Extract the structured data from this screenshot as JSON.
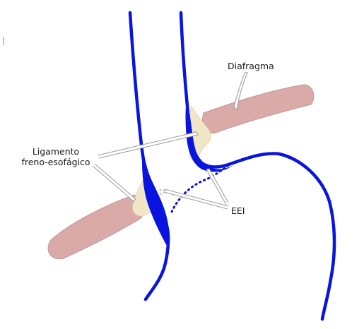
{
  "labels": {
    "diafragma": "Diafragma",
    "ligamento_line1": "Ligamento",
    "ligamento_line2": "freno-esofágico",
    "eei": "EEI"
  },
  "colors": {
    "esophagus": "#0a14e0",
    "diaphragm_fill": "#d9aaa8",
    "diaphragm_stroke": "#c79593",
    "ligament_fill": "#f1e6c8",
    "leader_line": "#9a9a9a",
    "background": "#ffffff"
  }
}
